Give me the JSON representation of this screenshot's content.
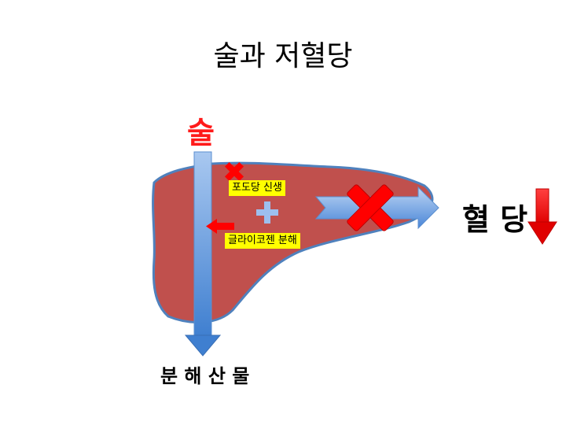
{
  "title": "술과 저혈당",
  "alcohol_label": "술",
  "gluconeogenesis_label": "포도당 신생",
  "glycogenolysis_label": "글라이코젠 분해",
  "blood_sugar_label": "혈 당",
  "metabolite_label": "분 해 산 물",
  "colors": {
    "liver": "#c0504d",
    "liver_outline": "#4f81bd",
    "arrow_blue": "#4a86d8",
    "arrow_red": "#ff0000",
    "label_bg": "#ffff00"
  },
  "icons": [
    "cross-icon",
    "plus-icon",
    "down-arrow-icon",
    "left-arrow-icon"
  ]
}
